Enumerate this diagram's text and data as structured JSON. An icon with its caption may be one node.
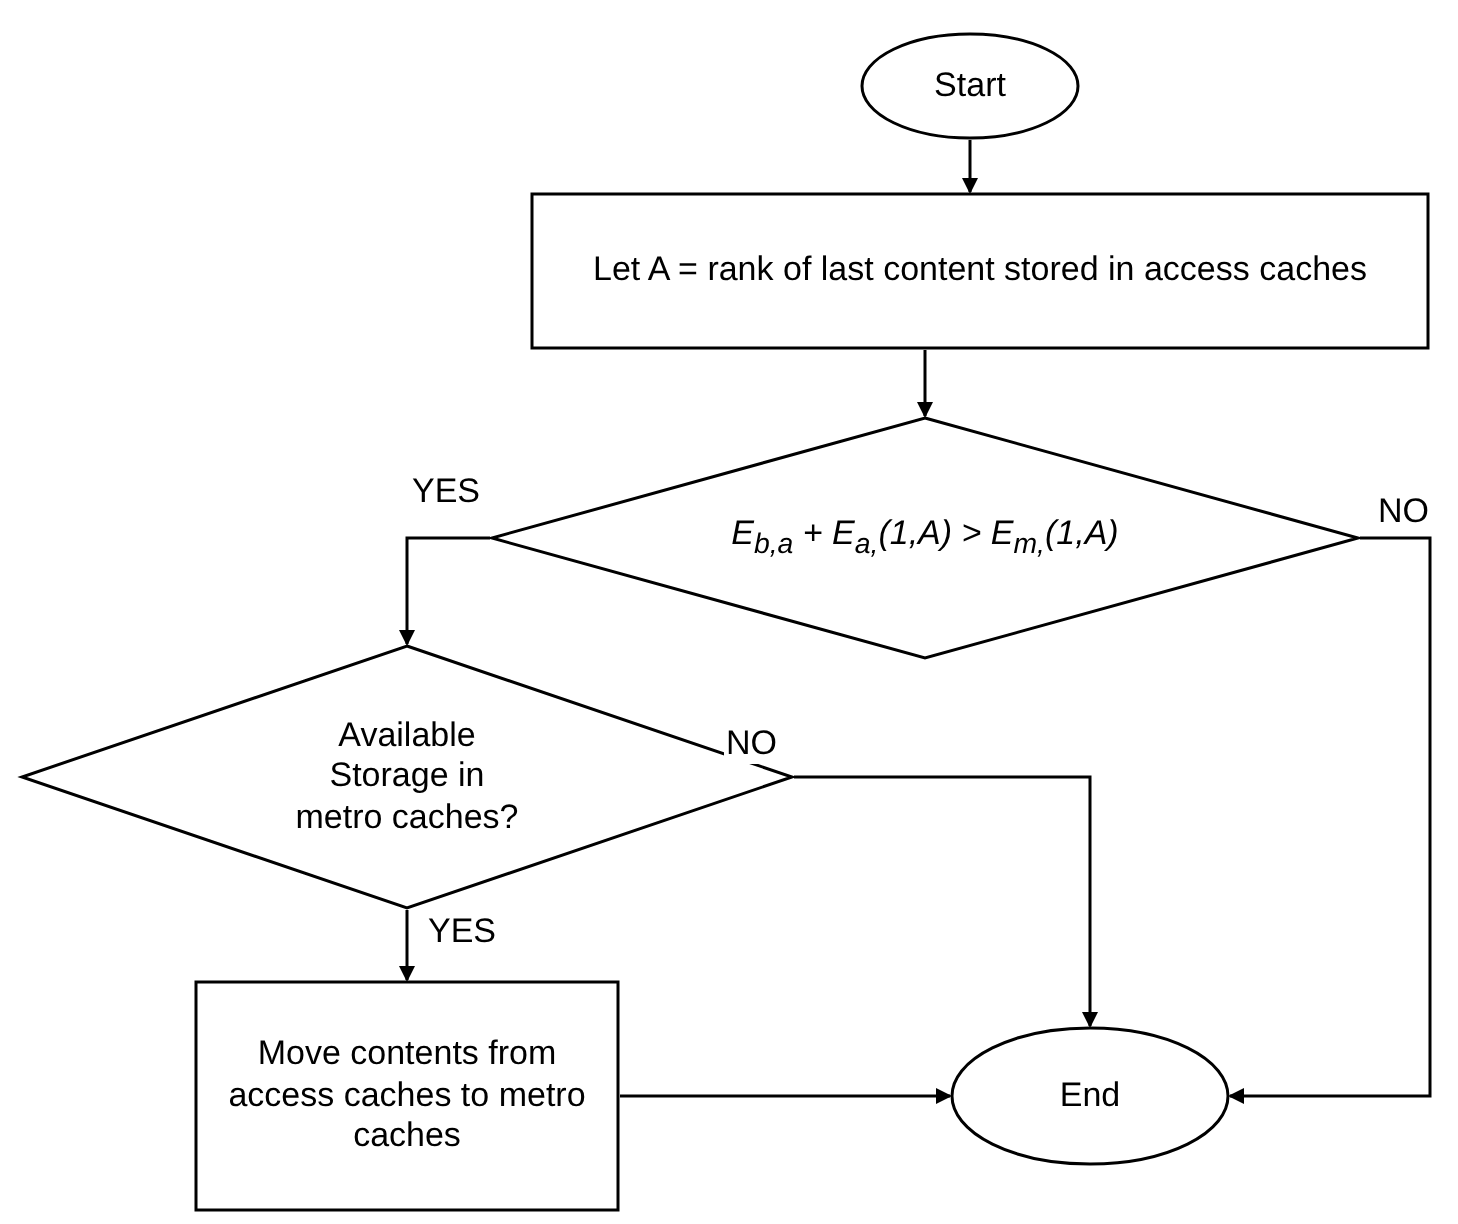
{
  "diagram": {
    "nodes": [
      {
        "text": [
          "Start"
        ]
      },
      {
        "text": [
          "Let A = rank of last content stored in access caches"
        ]
      },
      {
        "text": [
          "E$_{b,a}$ + E$_{a,}$(1,A) > E$_{m,}$(1,A)"
        ]
      },
      {
        "text": [
          "Available Storage in metro caches?"
        ]
      },
      {
        "text": [
          "Move contents from access caches to metro caches"
        ]
      },
      {
        "text": [
          "End"
        ]
      }
    ],
    "edges": [
      {
        "from": 0,
        "to": 1,
        "arrow": "to"
      },
      {
        "from": 1,
        "to": 2,
        "arrow": "to"
      },
      {
        "from": 2,
        "to": 3,
        "arrow": "to",
        "label": "YES"
      },
      {
        "from": 2,
        "to": 5,
        "arrow": "to",
        "label": "NO"
      },
      {
        "from": 3,
        "to": 5,
        "arrow": "to",
        "label": "NO"
      },
      {
        "from": 3,
        "to": 4,
        "arrow": "to",
        "label": "YES"
      },
      {
        "from": 4,
        "to": 5,
        "arrow": "to"
      }
    ]
  }
}
